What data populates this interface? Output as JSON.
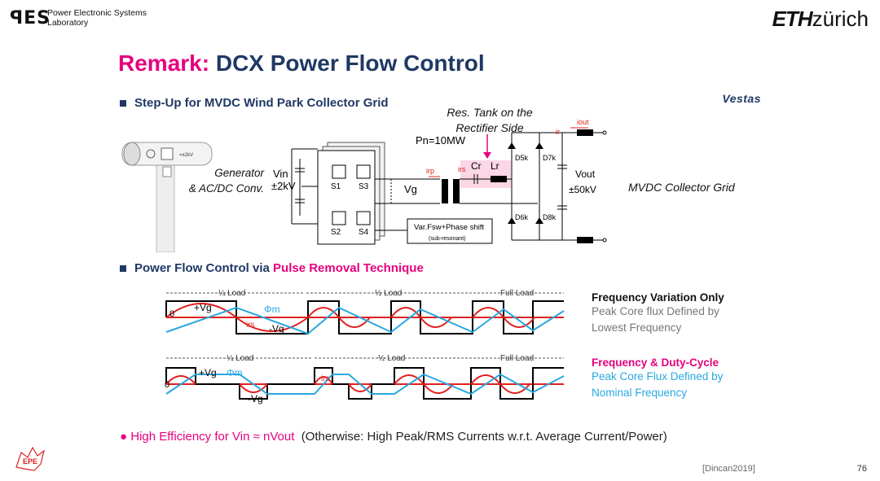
{
  "header": {
    "pes_logo": "ꟼES",
    "lab_line1": "Power Electronic Systems",
    "lab_line2": "Laboratory",
    "eth_bold": "ETH",
    "eth_rest": "zürich"
  },
  "title": {
    "remark": "Remark:",
    "rest": "DCX Power Flow Control"
  },
  "section1": {
    "heading": "Step-Up for MVDC Wind Park Collector Grid",
    "vestas": "Vestas",
    "generator_line1": "Generator",
    "generator_line2": "& AC/DC Conv.",
    "vin": "Vin",
    "vin_value": "±2kV",
    "pn": "Pn=10MW",
    "res_tank_line1": "Res. Tank on the",
    "res_tank_line2": "Rectifier Side",
    "vg": "Vg",
    "irp": "irp",
    "irs": "irs",
    "cr": "Cr",
    "lr": "Lr",
    "ir": "ir",
    "iout": "iout",
    "vout": "Vout",
    "vout_value": "±50kV",
    "mvdc": "MVDC Collector Grid",
    "switches": [
      "S1",
      "S3",
      "S2",
      "S4"
    ],
    "diodes": [
      "D5k",
      "D7k",
      "D6k",
      "D8k"
    ],
    "control_line1": "Var.Fsw+Phase shift",
    "control_line2": "(sub-resonant)"
  },
  "section2": {
    "heading_a": "Power Flow Control via",
    "heading_b": "Pulse Removal Technique",
    "plot1": {
      "seg1": "¼ Load",
      "seg2": "½ Load",
      "seg3": "Full Load",
      "zero": "0",
      "pvg": "+Vg",
      "nvg": "-Vg",
      "phi": "Φm",
      "irs": "irs"
    },
    "plot2": {
      "seg1": "¼ Load",
      "seg2": "½ Load",
      "seg3": "Full Load",
      "zero": "0",
      "pvg": "+Vg",
      "nvg": "-Vg",
      "phi": "Φm",
      "irs": "irs"
    },
    "legend1": {
      "title": "Frequency Variation Only",
      "line1": "Peak Core flux Defined by",
      "line2": "Lowest Frequency"
    },
    "legend2": {
      "title": "Frequency & Duty-Cycle",
      "line1": "Peak Core Flux Defined by",
      "line2": "Nominal Frequency"
    }
  },
  "footer": {
    "bullet_pink": "High Efficiency for Vin ≈ nVout",
    "bullet_rest": "(Otherwise: High Peak/RMS Currents w.r.t. Average Current/Power)",
    "reference": "[Dincan2019]",
    "page": "76"
  },
  "colors": {
    "accent": "#e6007e",
    "navy": "#1f3864",
    "blue": "#29a8e0",
    "red": "#e02020"
  }
}
